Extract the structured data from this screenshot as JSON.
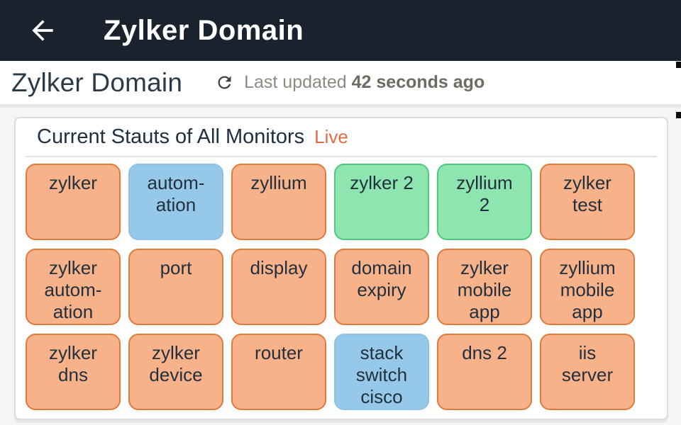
{
  "app_bar": {
    "title": "Zylker Domain",
    "back_icon": "arrow-left"
  },
  "header": {
    "title": "Zylker Domain",
    "refresh_icon": "refresh",
    "last_updated_prefix": "Last updated",
    "last_updated_value": "42 seconds ago"
  },
  "panel": {
    "title": "Current Stauts of All Monitors",
    "live_label": "Live"
  },
  "palette": {
    "topbar": "#1a222d",
    "live": "#e06c44",
    "tile_text": "#22303e",
    "orange": {
      "fill": "#f8b28a",
      "border": "#df7a3e"
    },
    "blue": {
      "fill": "#95c8e9",
      "border": "#8ec2e4"
    },
    "green": {
      "fill": "#8fe5b0",
      "border": "#4ec87c"
    }
  },
  "tiles": [
    {
      "label": "zylker",
      "color": "orange"
    },
    {
      "label": "autom-\nation",
      "color": "blue"
    },
    {
      "label": "zyllium",
      "color": "orange"
    },
    {
      "label": "zylker 2",
      "color": "green"
    },
    {
      "label": "zyllium\n2",
      "color": "green"
    },
    {
      "label": "zylker\ntest",
      "color": "orange"
    },
    {
      "label": "zylker\nautom-\nation",
      "color": "orange"
    },
    {
      "label": "port",
      "color": "orange"
    },
    {
      "label": "display",
      "color": "orange"
    },
    {
      "label": "domain\nexpiry",
      "color": "orange"
    },
    {
      "label": "zylker\nmobile\napp",
      "color": "orange"
    },
    {
      "label": "zyllium\nmobile\napp",
      "color": "orange"
    },
    {
      "label": "zylker\ndns",
      "color": "orange"
    },
    {
      "label": "zylker\ndevice",
      "color": "orange"
    },
    {
      "label": "router",
      "color": "orange"
    },
    {
      "label": "stack\nswitch\ncisco",
      "color": "blue"
    },
    {
      "label": "dns 2",
      "color": "orange"
    },
    {
      "label": "iis\nserver",
      "color": "orange"
    }
  ]
}
